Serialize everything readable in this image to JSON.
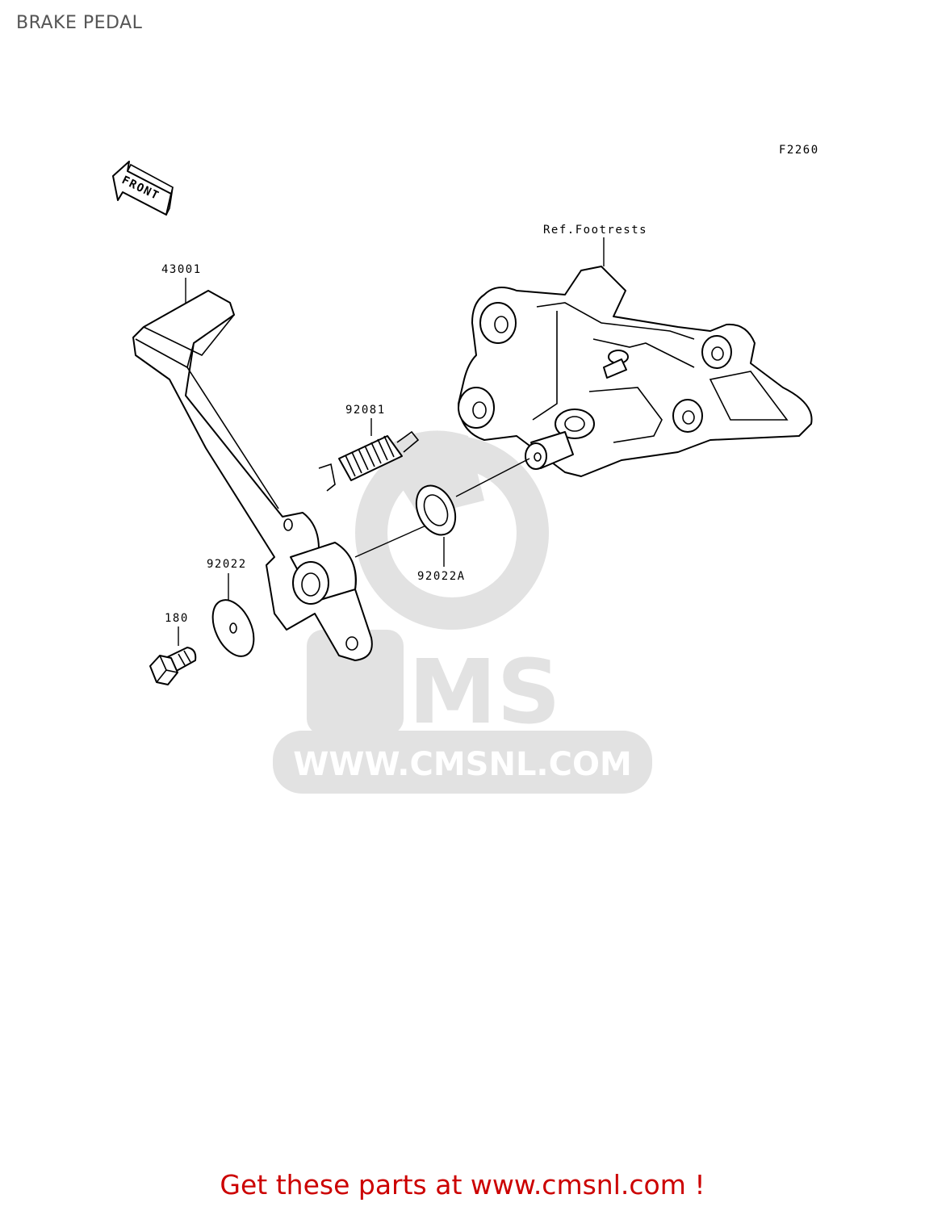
{
  "title": "BRAKE PEDAL",
  "diagram_code": "F2260",
  "front_marker": "FRONT",
  "reference_label": "Ref.Footrests",
  "parts": [
    {
      "number": "43001"
    },
    {
      "number": "92081"
    },
    {
      "number": "92022"
    },
    {
      "number": "92022A"
    },
    {
      "number": "180"
    }
  ],
  "watermark": {
    "logo_text": "CMS",
    "url_text": "WWW.CMSNL.COM"
  },
  "promo_link": "Get these parts at www.cmsnl.com !"
}
